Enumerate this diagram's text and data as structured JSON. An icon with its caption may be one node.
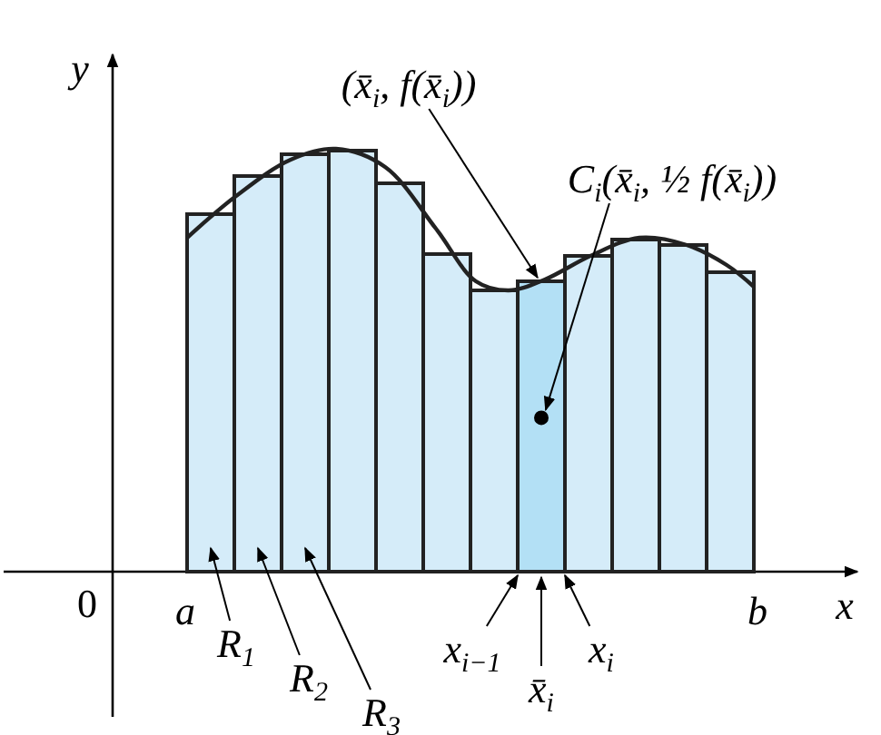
{
  "diagram": {
    "nodes": [
      {
        "text": [
          "(x̄$_{i}$, f(x̄$_{i}$))"
        ]
      },
      {
        "text": [
          "C$_{i}$(x̄$_{i}$, ½ f(x̄$_{i}$))"
        ]
      },
      {
        "text": [],
        "shape": "box"
      },
      {
        "text": [],
        "shape": "box"
      },
      {
        "text": [],
        "shape": "box"
      },
      {
        "text": [],
        "shape": "box"
      },
      {
        "text": [],
        "shape": "box"
      },
      {
        "text": [],
        "shape": "box"
      },
      {
        "text": [],
        "shape": "box"
      },
      {
        "text": [],
        "shape": "box"
      },
      {
        "text": [],
        "shape": "box"
      },
      {
        "text": [],
        "shape": "box"
      },
      {
        "text": [],
        "shape": "box"
      },
      {
        "text": [],
        "shape": "box"
      },
      {
        "text": [],
        "shape": "circle",
        "in": 9
      },
      {
        "text": [
          "R$_{1}$"
        ]
      },
      {
        "text": [
          "R$_{2}$"
        ]
      },
      {
        "text": [
          "R$_{3}$"
        ]
      },
      {
        "text": [
          "x$_{i−1}$"
        ]
      },
      {
        "text": [
          "x̄$_{i}$"
        ]
      },
      {
        "text": [
          "x$_{i}$"
        ]
      }
    ],
    "edges": [
      {
        "from": 0,
        "to": 9,
        "arrow": "to"
      },
      {
        "from": 1,
        "to": 14,
        "arrow": "to"
      },
      {
        "from": 15,
        "to": 2,
        "arrow": "to"
      },
      {
        "from": 16,
        "to": 3,
        "arrow": "to"
      },
      {
        "from": 17,
        "to": 4,
        "arrow": "to"
      },
      {
        "from": 18,
        "to": 9,
        "arrow": "to"
      },
      {
        "from": 19,
        "to": 9,
        "arrow": "to"
      },
      {
        "from": 20,
        "to": 9,
        "arrow": "to"
      }
    ],
    "labels": [
      "y",
      "0",
      "a",
      "b",
      "x"
    ]
  }
}
